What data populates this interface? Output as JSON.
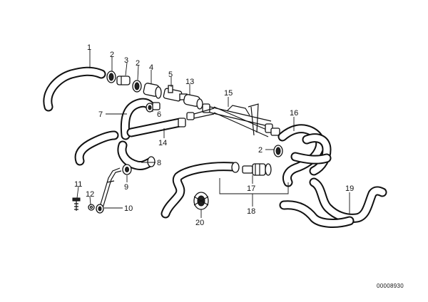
{
  "callouts": {
    "c1": "1",
    "c2a": "2",
    "c3": "3",
    "c2b": "2",
    "c4": "4",
    "c5": "5",
    "c13": "13",
    "c15": "15",
    "c7": "7",
    "c6": "6",
    "c16": "16",
    "c14": "14",
    "c2c": "2",
    "c8": "8",
    "c9": "9",
    "c11": "11",
    "c12": "12",
    "c10": "10",
    "c17": "17",
    "c18": "18",
    "c19": "19",
    "c20": "20"
  },
  "reference_number": "00008930"
}
